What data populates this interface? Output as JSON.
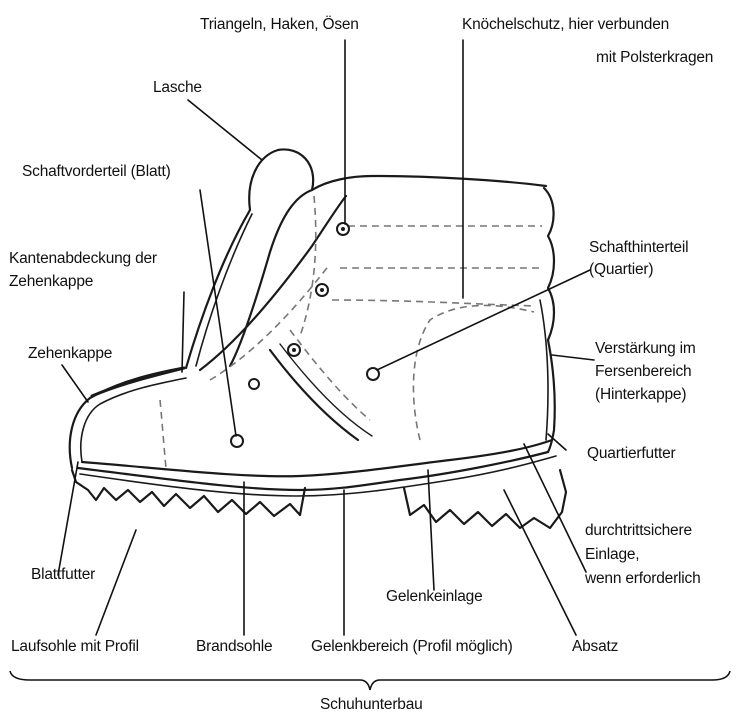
{
  "labels": {
    "triangeln": "Triangeln, Haken, Ösen",
    "knoechel_1": "Knöchelschutz, hier verbunden",
    "knoechel_2": "mit Polsterkragen",
    "lasche": "Lasche",
    "schaftvorderteil": "Schaftvorderteil (Blatt)",
    "kanten_1": "Kantenabdeckung der",
    "kanten_2": "Zehenkappe",
    "schafthinterteil_1": "Schafthinterteil",
    "schafthinterteil_2": "(Quartier)",
    "zehenkappe": "Zehenkappe",
    "verstaerkung_1": "Verstärkung im",
    "verstaerkung_2": "Fersenbereich",
    "verstaerkung_3": "(Hinterkappe)",
    "quartierfutter": "Quartierfutter",
    "einlage_1": "durchtrittsichere",
    "einlage_2": "Einlage,",
    "einlage_3": "wenn erforderlich",
    "blattfutter": "Blattfutter",
    "gelenkeinlage": "Gelenkeinlage",
    "laufsohle": "Laufsohle mit Profil",
    "brandsohle": "Brandsohle",
    "gelenkbereich": "Gelenkbereich (Profil möglich)",
    "absatz": "Absatz",
    "schuhunterbau": "Schuhunterbau"
  },
  "colors": {
    "ink": "#111111",
    "outline": "#1a1a1a",
    "dashes": "#777777",
    "background": "#ffffff"
  }
}
